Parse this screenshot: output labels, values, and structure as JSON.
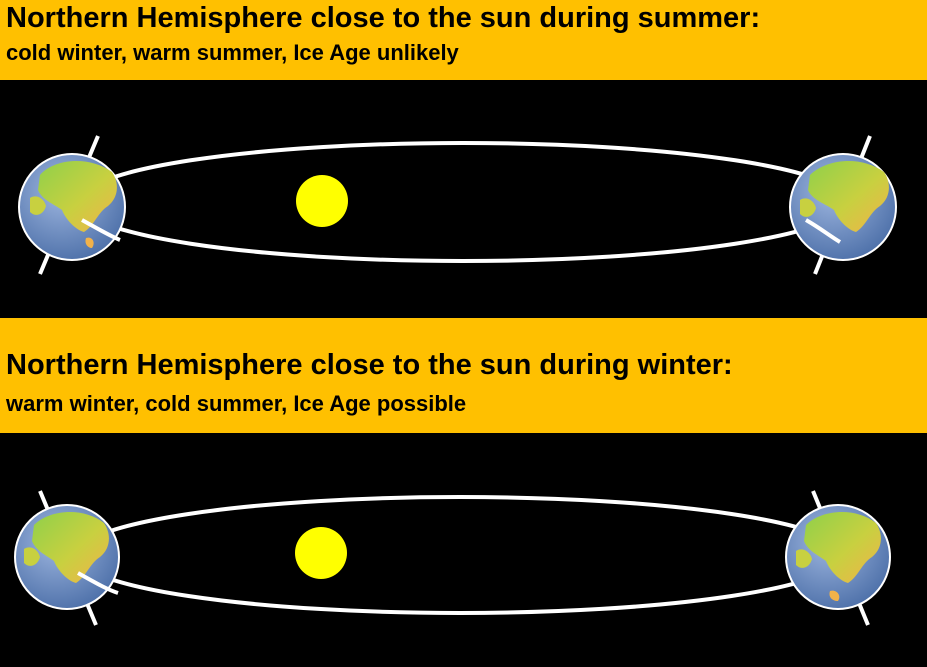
{
  "panel_top": {
    "title": "Northern Hemisphere close to the sun during summer:",
    "subtitle": "cold winter, warm summer, Ice Age unlikely"
  },
  "panel_bottom": {
    "title": "Northern Hemisphere close to the sun during winter:",
    "subtitle": "warm winter, cold summer, Ice Age possible"
  },
  "colors": {
    "banner": "#FFC000",
    "background": "#000000",
    "sun": "#FFFF00",
    "orbit": "#FFFFFF",
    "ocean": "#6F8FC0",
    "land_green": "#7DC840",
    "land_yellow": "#F2C24A"
  },
  "icons": [
    "earth-icon",
    "sun-icon",
    "orbit-ellipse"
  ]
}
